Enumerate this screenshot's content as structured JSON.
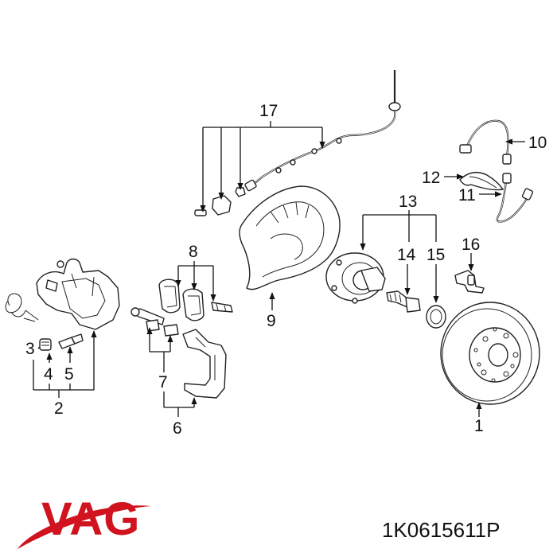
{
  "callouts": {
    "c1": "1",
    "c2": "2",
    "c3": "3",
    "c4": "4",
    "c5": "5",
    "c6": "6",
    "c7": "7",
    "c8": "8",
    "c9": "9",
    "c10": "10",
    "c11": "11",
    "c12": "12",
    "c13": "13",
    "c14": "14",
    "c15": "15",
    "c16": "16",
    "c17": "17"
  },
  "brand": {
    "logo_text": "VAG",
    "logo_color": "#d0131e"
  },
  "part_number": "1K0615611P"
}
